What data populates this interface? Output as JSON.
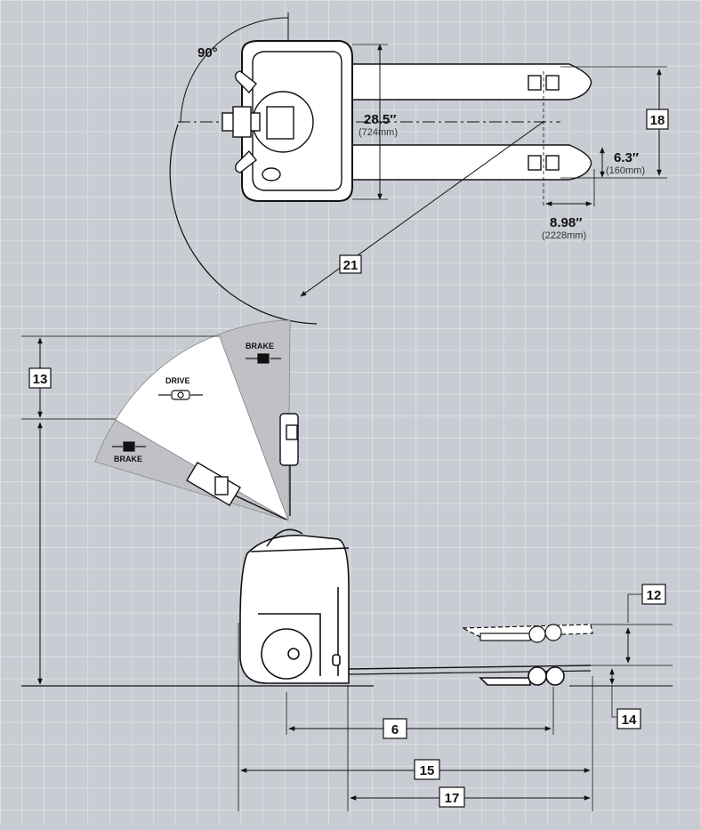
{
  "angle_label": "90°",
  "dims": {
    "width_in": "28.5″",
    "width_mm": "(724mm)",
    "fork_width_in": "6.3″",
    "fork_width_mm": "(160mm)",
    "fork_spread_in": "8.98″",
    "fork_spread_mm": "(2228mm)"
  },
  "callouts": {
    "c12": "12",
    "c13": "13",
    "c14": "14",
    "c6": "6",
    "c15": "15",
    "c17": "17",
    "c18": "18",
    "c21": "21"
  },
  "zones": {
    "brake_top": "BRAKE",
    "drive": "DRIVE",
    "brake_bottom": "BRAKE"
  }
}
